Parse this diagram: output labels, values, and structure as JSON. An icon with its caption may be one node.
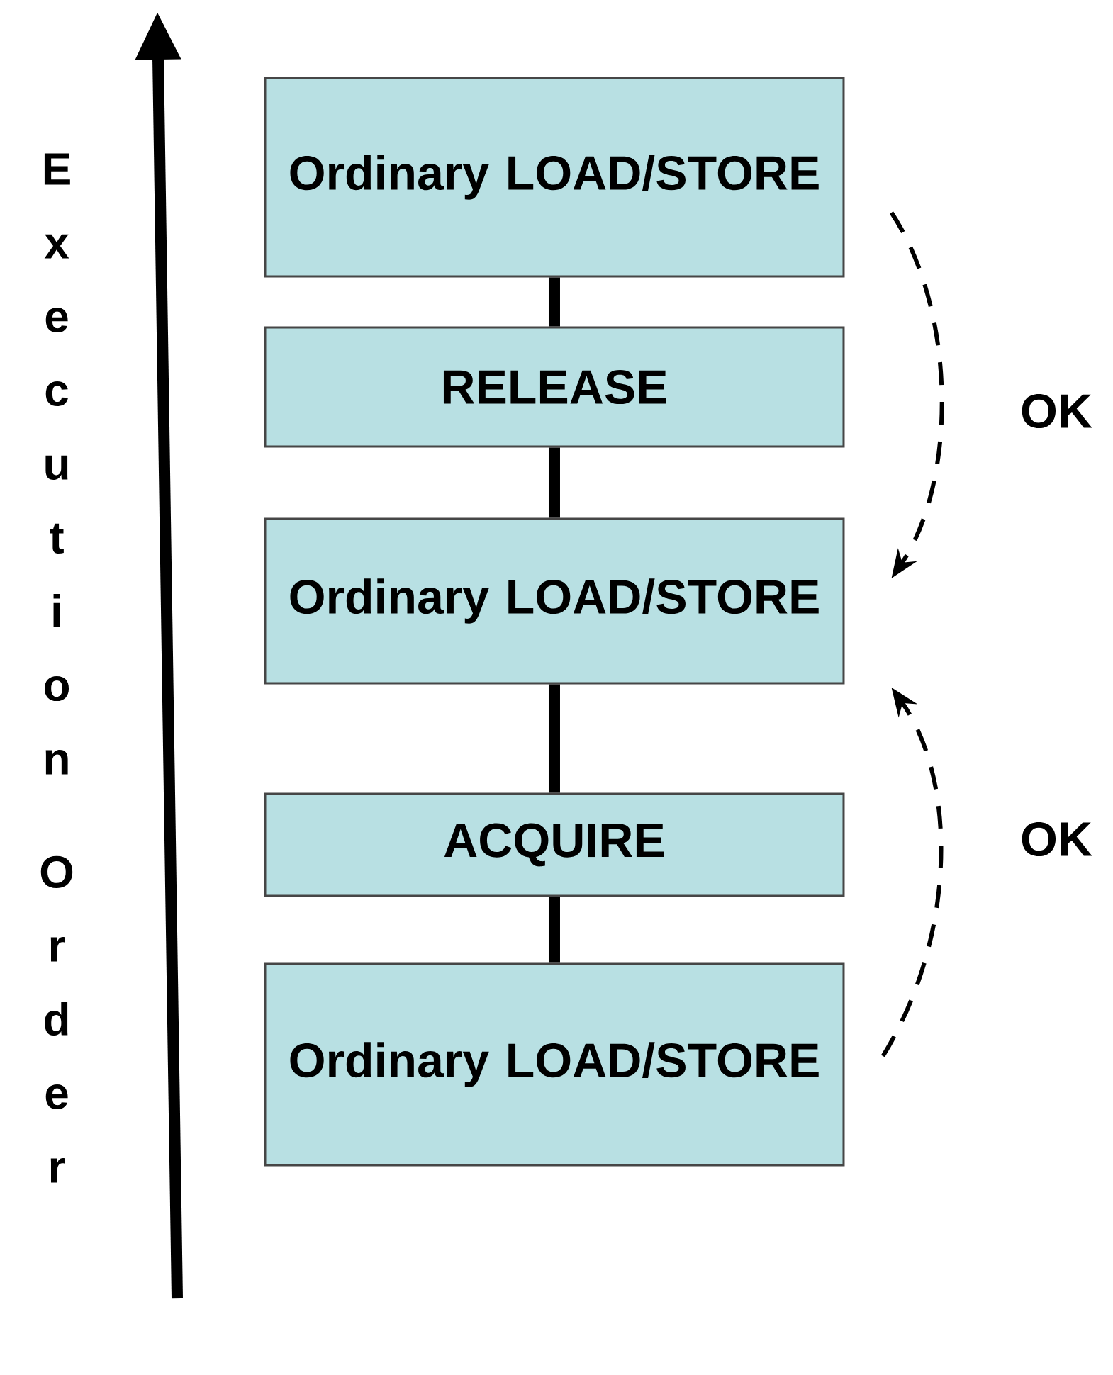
{
  "diagram": {
    "nodes": [
      {
        "text": [
          "Ordinary LOAD/STORE"
        ]
      },
      {
        "text": [
          "RELEASE"
        ]
      },
      {
        "text": [
          "Ordinary LOAD/STORE"
        ]
      },
      {
        "text": [
          "ACQUIRE"
        ]
      },
      {
        "text": [
          "Ordinary LOAD/STORE"
        ]
      }
    ],
    "edges": [
      {
        "from": 0,
        "to": 1,
        "arrow": "none"
      },
      {
        "from": 1,
        "to": 2,
        "arrow": "none"
      },
      {
        "from": 2,
        "to": 3,
        "arrow": "none"
      },
      {
        "from": 3,
        "to": 4,
        "arrow": "none"
      },
      {
        "from": 0,
        "to": 2,
        "arrow": "to",
        "style": "dashed",
        "label": "OK"
      },
      {
        "from": 4,
        "to": 2,
        "arrow": "to",
        "style": "dashed",
        "label": "OK"
      }
    ],
    "labels": [
      "Execution Order"
    ]
  }
}
